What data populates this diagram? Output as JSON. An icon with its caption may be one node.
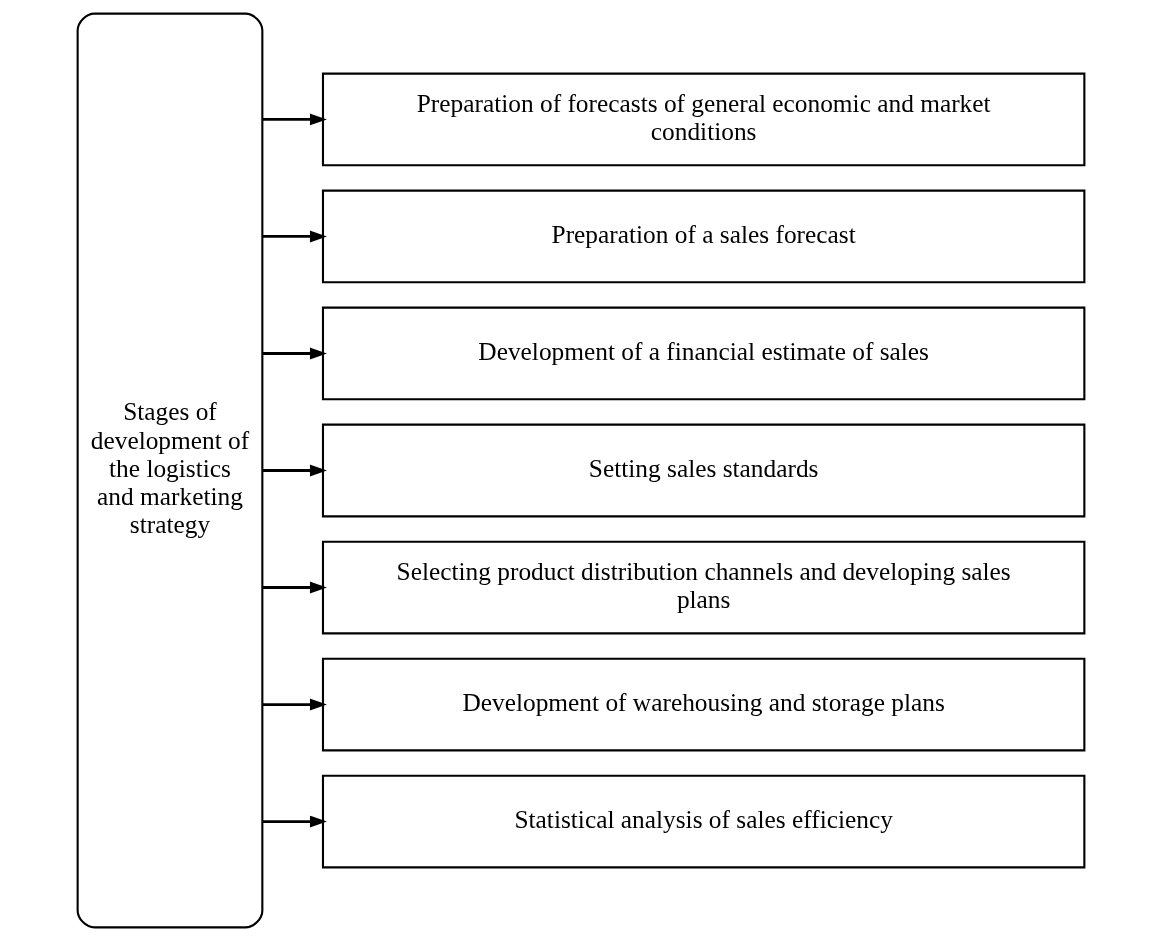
{
  "diagram": {
    "nodes": [
      {
        "text": [
          "Stages of development of the logistics and marketing strategy"
        ]
      },
      {
        "text": [
          "Preparation of forecasts of general economic and market conditions"
        ]
      },
      {
        "text": [
          "Preparation of a sales forecast"
        ]
      },
      {
        "text": [
          "Development of a financial estimate of sales"
        ]
      },
      {
        "text": [
          "Setting sales standards"
        ]
      },
      {
        "text": [
          "Selecting product distribution channels and developing sales plans"
        ]
      },
      {
        "text": [
          "Development of warehousing and storage plans"
        ]
      },
      {
        "text": [
          "Statistical analysis of sales efficiency"
        ]
      }
    ],
    "edges": [
      {
        "from": 0,
        "to": 1,
        "arrow": "to"
      },
      {
        "from": 0,
        "to": 2,
        "arrow": "to"
      },
      {
        "from": 0,
        "to": 3,
        "arrow": "to"
      },
      {
        "from": 0,
        "to": 4,
        "arrow": "to"
      },
      {
        "from": 0,
        "to": 5,
        "arrow": "to"
      },
      {
        "from": 0,
        "to": 6,
        "arrow": "to"
      },
      {
        "from": 0,
        "to": 7,
        "arrow": "to"
      }
    ]
  }
}
